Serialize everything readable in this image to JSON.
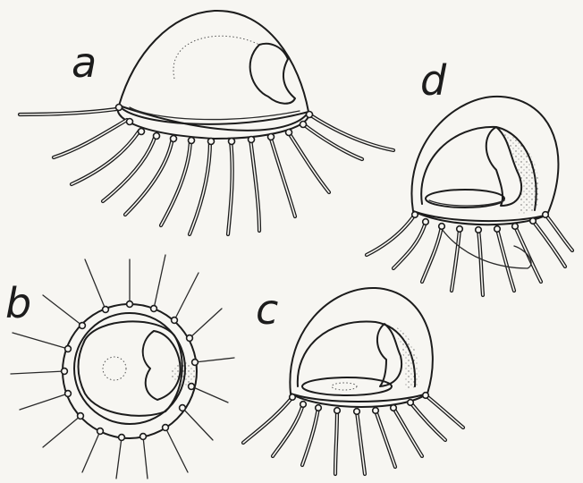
{
  "figure": {
    "labels": {
      "a": "a",
      "b": "b",
      "c": "c",
      "d": "d"
    },
    "ink_color": "#1c1c1c",
    "paper_color": "#f7f6f2"
  }
}
